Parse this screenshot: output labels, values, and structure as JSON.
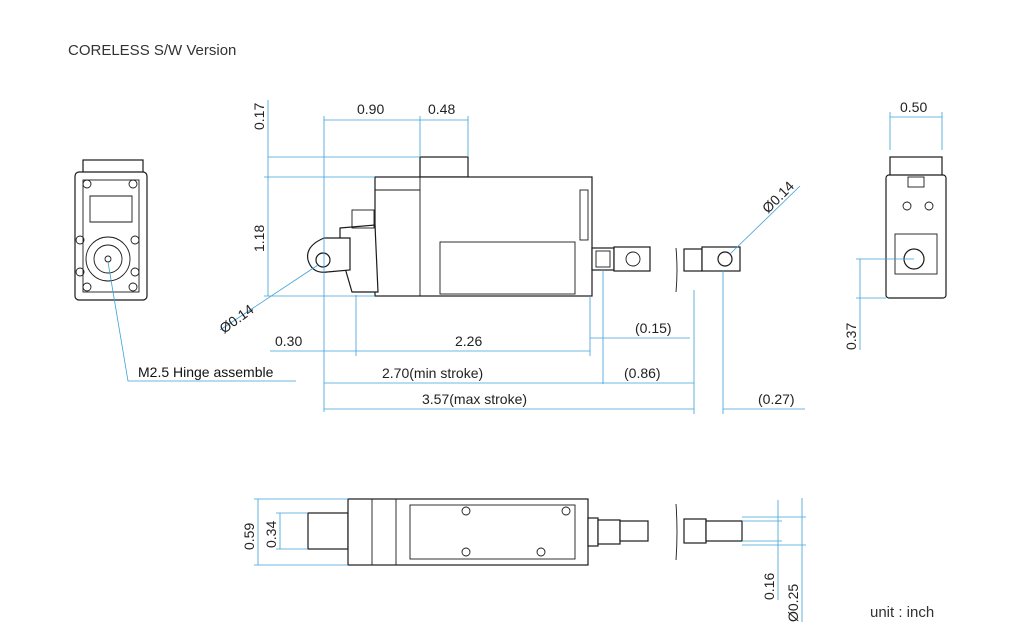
{
  "title": "CORELESS S/W Version",
  "unit_note": "unit : inch",
  "hinge_label": "M2.5 Hinge assemble",
  "dimensions": {
    "top_height": "0.17",
    "rear_to_block": "0.90",
    "block_width": "0.48",
    "body_height": "1.18",
    "hole_left": "Ø0.14",
    "hole_right": "Ø0.14",
    "hinge_offset": "0.30",
    "body_length": "2.26",
    "rod_extra": "(0.15)",
    "min_stroke": "2.70(min stroke)",
    "stroke_delta": "(0.86)",
    "max_stroke": "3.57(max stroke)",
    "end_offset": "(0.27)",
    "side_width": "0.50",
    "side_hole_height": "0.37",
    "bottom_height": "0.59",
    "bottom_inner": "0.34",
    "rod_dia": "0.16",
    "rod_end_dia": "Ø0.25"
  }
}
